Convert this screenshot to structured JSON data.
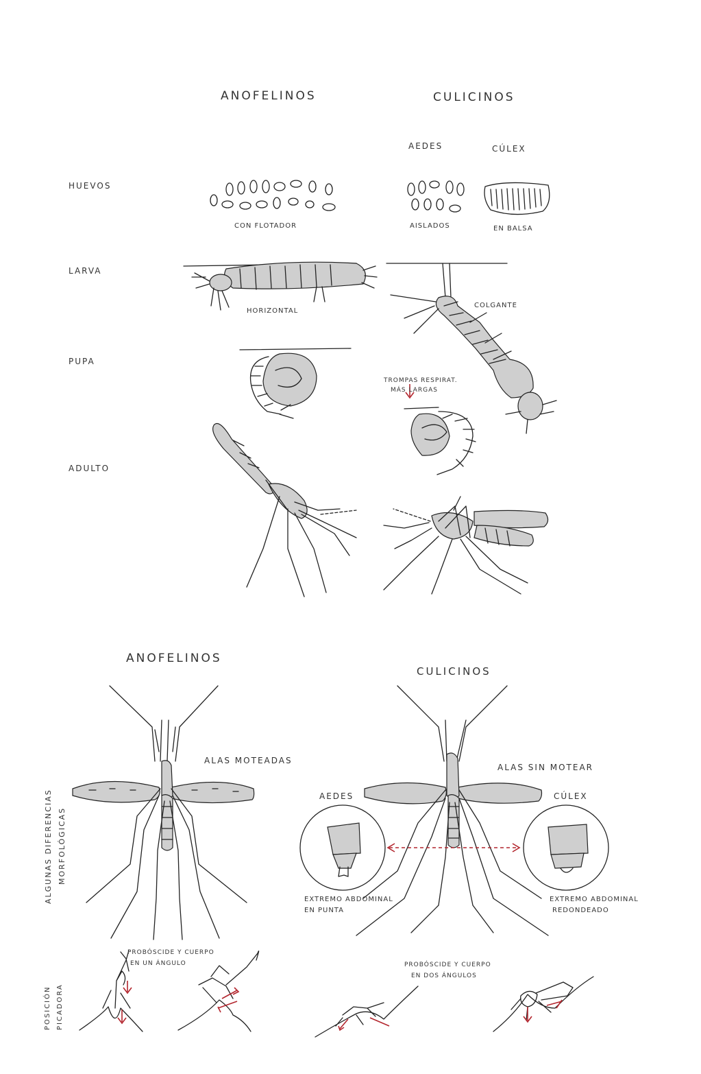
{
  "top": {
    "col_anofelinos": "ANOFELINOS",
    "col_culicinos": "CULICINOS",
    "sub_aedes": "AEDES",
    "sub_culex": "CÚLEX",
    "row_huevos": "HUEVOS",
    "row_larva": "LARVA",
    "row_pupa": "PUPA",
    "row_adulto": "ADULTO",
    "cap_flotador": "CON FLOTADOR",
    "cap_aislados": "AISLADOS",
    "cap_balsa": "EN BALSA",
    "cap_horizontal": "HORIZONTAL",
    "cap_colgante": "COLGANTE",
    "cap_trompas_1": "TROMPAS RESPIRAT.",
    "cap_trompas_2": "MÁS LARGAS"
  },
  "bottom": {
    "side_label_1": "ALGUNAS DIFERENCIAS",
    "side_label_2": "MORFOLÓGICAS",
    "title_anofelinos": "ANOFELINOS",
    "title_culicinos": "CULICINOS",
    "alas_moteadas": "ALAS MOTEADAS",
    "alas_sin_motear": "ALAS SIN MOTEAR",
    "aedes": "AEDES",
    "culex": "CÚLEX",
    "extremo_punta_1": "EXTREMO ABDOMINAL",
    "extremo_punta_2": "EN PUNTA",
    "extremo_red_1": "EXTREMO ABDOMINAL",
    "extremo_red_2": "REDONDEADO"
  },
  "posicion": {
    "side_label_1": "POSICIÓN",
    "side_label_2": "PICADORA",
    "anof_cap_1": "PROBÓSCIDE Y CUERPO",
    "anof_cap_2": "EN UN ÁNGULO",
    "culi_cap_1": "PROBÓSCIDE Y CUERPO",
    "culi_cap_2": "EN DOS ÁNGULOS"
  },
  "colors": {
    "ink": "#222222",
    "accent_red": "#b3262e",
    "shade": "#cfcfcf"
  }
}
